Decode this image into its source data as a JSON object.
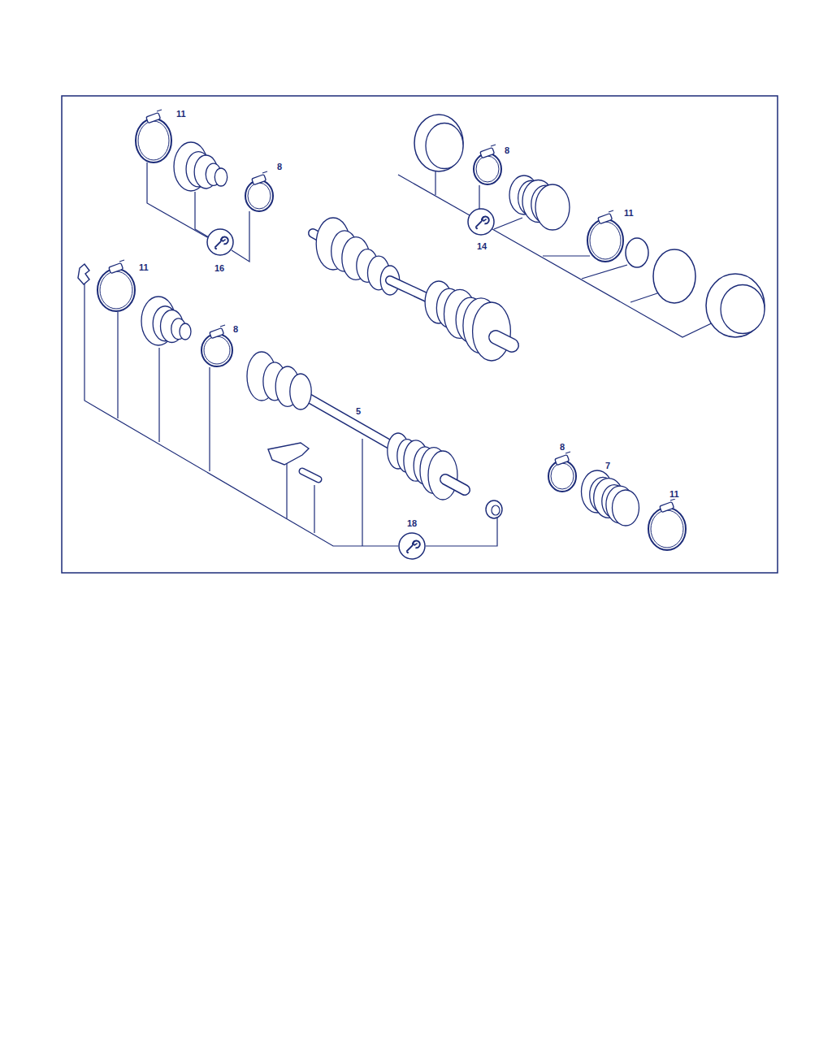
{
  "diagram": {
    "labels": [
      "11",
      "8",
      "16",
      "11",
      "8",
      "8",
      "11",
      "14",
      "5",
      "18",
      "8",
      "7",
      "11"
    ]
  }
}
